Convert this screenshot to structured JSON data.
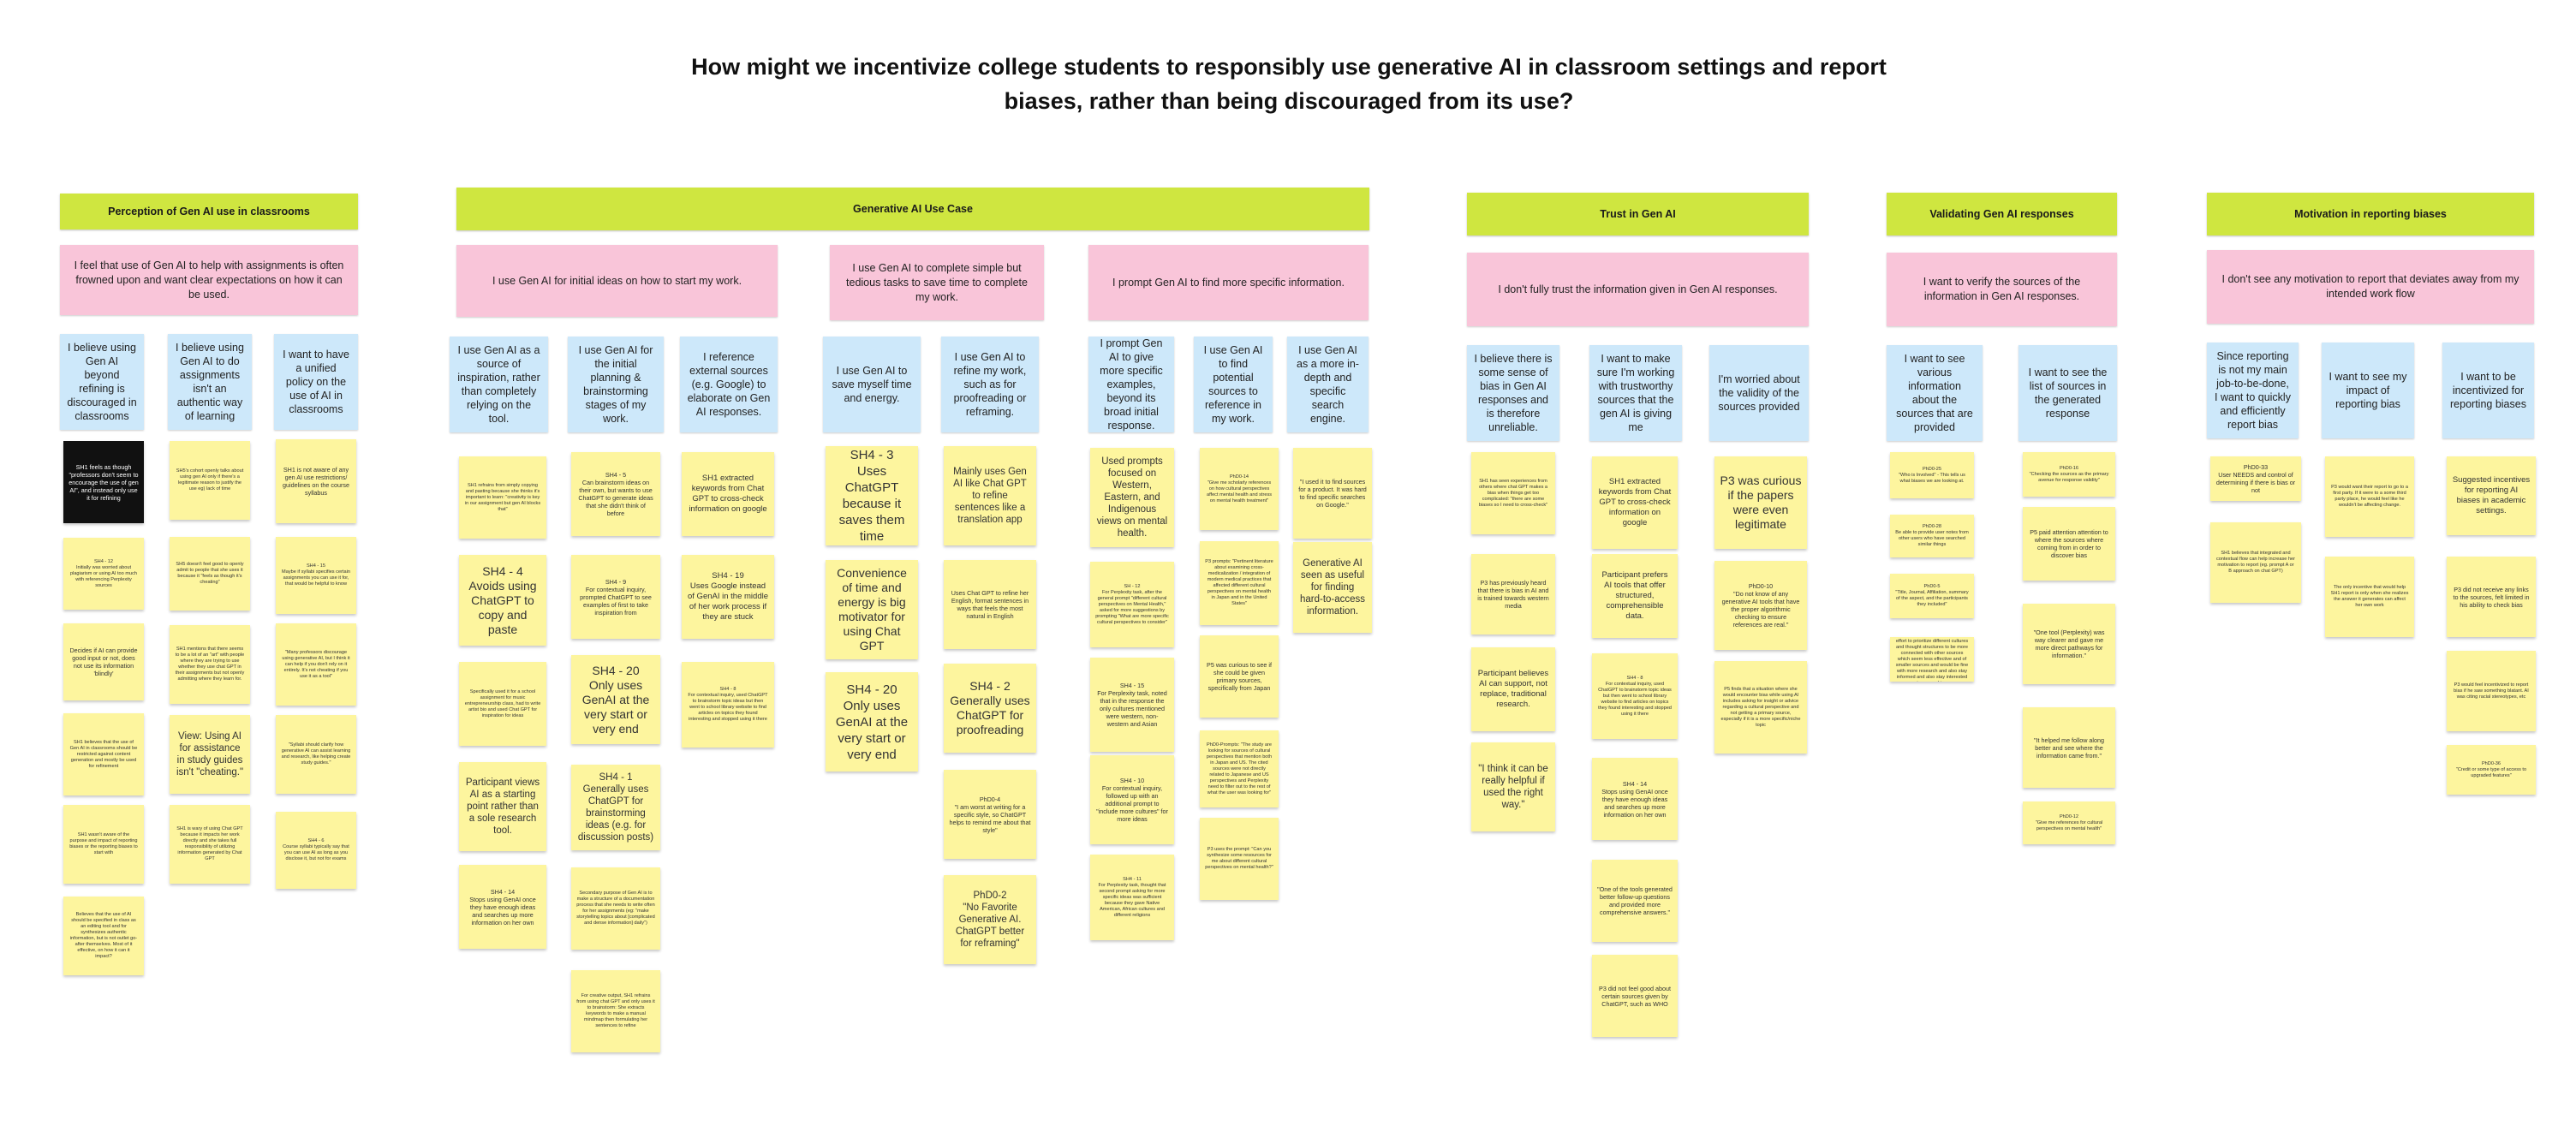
{
  "title": "How might we incentivize college students to responsibly use generative AI in classroom settings and report biases, rather than being discouraged from its use?",
  "headers": {
    "perception": "Perception of Gen AI use in classrooms",
    "usecase": "Generative AI Use Case",
    "trust": "Trust in Gen AI",
    "validating": "Validating Gen AI responses",
    "motivation": "Motivation in reporting biases"
  },
  "pink": {
    "perception": "I feel that use of Gen AI to help with assignments is often frowned upon and want clear expectations on how it can be used.",
    "ideas": "I use Gen AI for initial ideas on how to start my work.",
    "simple": "I use Gen AI to complete simple but tedious tasks to save time to complete my work.",
    "specific": "I prompt Gen AI to find more specific information.",
    "trust": "I don't fully trust the information given in Gen AI responses.",
    "validating": "I want to verify the sources of the information in Gen AI responses.",
    "motivation": "I don't see any motivation to report that deviates away from my intended work flow"
  },
  "blue": {
    "p1": "I believe using Gen AI beyond refining is discouraged in classrooms",
    "p2": "I believe using Gen AI to do assignments isn't an authentic way of learning",
    "p3": "I want to have a unified policy on the use of AI in classrooms",
    "u1": "I use Gen AI as a source of inspiration, rather than completely relying on the tool.",
    "u2": "I use Gen AI for the initial planning & brainstorming stages of my work.",
    "u3": "I reference external sources (e.g. Google) to elaborate on Gen AI responses.",
    "u4": "I use Gen AI to save myself time and energy.",
    "u5": "I use Gen AI to refine my work, such as for proofreading or reframing.",
    "u6": "I prompt Gen AI to give more specific examples, beyond its broad initial response.",
    "u7": "I use Gen AI to find potential sources to reference in my work.",
    "u8": "I use Gen AI as a more in-depth and specific search engine.",
    "t1": "I believe there is some sense of bias in Gen AI responses and is therefore unreliable.",
    "t2": "I want to make sure I'm working with trustworthy sources that the gen AI is giving me",
    "t3": "I'm worried about the validity of the sources provided",
    "v1": "I want to see various information about the sources that are provided",
    "v2": "I want to see the list of sources in the generated response",
    "m1": "Since reporting is not my main job-to-be-done, I want to quickly and efficiently report bias",
    "m2": "I want to see my impact of reporting bias",
    "m3": "I want to be incentivized for reporting biases"
  },
  "notes": {
    "p1a": "SH1 feels as though \"professors don't seem to encourage the use of gen AI\", and instead only use it for refining",
    "p1b": "SH4 - 12\nInitially was worried about plagiarism or using AI too much with referencing Perplexity sources",
    "p1c": "Decides if AI can provide good input or not, does not use its information 'blindly'",
    "p1d": "SH1 believes that the use of Gen AI in classrooms should be restricted against content generation and mostly be used for refinement",
    "p1e": "SH1 wasn't aware of the purpose and impact of reporting biases or the reporting biases to start with",
    "p1f": "Believes that the use of AI should be specified in class as an editing tool and for synthesizes authentic information, but is not outlet go-after themselves. Most of it effective, on how it can it impact?",
    "p2a": "SH5's cohort openly talks about using gen AI only if there's a legitimate reason to justify the use eg) lack of time",
    "p2b": "SH5 doesn't feel good to openly admit to people that she uses it because it \"feels as though it's cheating\"",
    "p2c": "SH1 mentions that there seems to be a lot of an \"art\" with people where they are trying to use whether they use chat GPT in their assignments but not openly admitting where they learn for.",
    "p2d": "View: Using AI for assistance in study guides isn't \"cheating.\"",
    "p2e": "SH1 is wary of using Chat GPT because it impacts her work directly and she takes full responsibility of utilizing information generated by Chat GPT",
    "p3a": "SH1 is not aware of any gen AI use restrictions/ guidelines on the course syllabus",
    "p3b": "SH4 - 15\nMaybe if syllabi specifies certain assignments you can use it for, that would be helpful to know",
    "p3c": "\"Many professors discourage using generative AI, but I think it can help if you don't rely on it entirely. It's not cheating if you use it as a tool\"",
    "p3d": "\"Syllabi should clarify how generative AI can assist learning and research, like helping create study guides.\"",
    "p3e": "SH4 - 6\nCourse syllabi typically say that you can use AI as long as you disclose it, but not for exams",
    "u1a": "SH1 refrains from simply copying and pasting because she thinks it's important to learn: \"creativity is key in our assignment but gen AI blocks that\"",
    "u1b": "SH4 - 4\nAvoids using ChatGPT to copy and paste",
    "u1c": "Specifically used it for a school assignment for music entrepreneurship class, had to write artist bio and used Chat GPT for inspiration for ideas",
    "u1d": "Participant views AI as a starting point rather than a sole research tool.",
    "u1e": "SH4 - 14\nStops using GenAI once they have enough ideas and searches up more information on her own",
    "u2a": "SH4 - 5\nCan brainstorm ideas on their own, but wants to use ChatGPT to generate ideas that she didn't think of before",
    "u2b": "SH4 - 9\nFor contextual inquiry, prompted ChatGPT to see examples of first to take inspiration from",
    "u2c": "SH4 - 20\nOnly uses GenAI at the very start or very end",
    "u2d": "SH4 - 1\nGenerally uses ChatGPT for brainstorming ideas (e.g. for discussion posts)",
    "u2e": "Secondary purpose of Gen AI is to make a structure of a documentation process that she needs to write often for her assignments (eg: \"make storytelling topics about [complicated and dense information] daily\")",
    "u2f": "For creative output, SH1 refrains from using chat GPT and only uses it to brainstorm: She extracts keywords to make a manual mindmap then formulating her sentences to refine",
    "u3a": "SH1 extracted keywords from Chat GPT to cross-check information on google",
    "u3b": "SH4 - 19\nUses Google instead of GenAI in the middle of her work process if they are stuck",
    "u3c": "SH4 - 8\nFor contextual inquiry, used ChatGPT to brainstorm topic ideas but then went to school library website to find articles on topics they found interesting and stopped using it there",
    "u4a": "SH4 - 3\nUses ChatGPT because it saves them time",
    "u4b": "Convenience of time and energy is big motivator for using Chat GPT",
    "u4c": "SH4 - 20\nOnly uses GenAI at the very start or very end",
    "u5a": "Mainly uses Gen AI like Chat GPT to refine sentences like a translation app",
    "u5b": "Uses Chat GPT to refine her English, format sentences in ways that feels the most natural in English",
    "u5c": "SH4 - 2\nGenerally uses ChatGPT for proofreading",
    "u5d": "PhD0-4\n\"I am worst at writing for a specific style, so ChatGPT helps to remind me about that style\"",
    "u5e": "PhD0-2\n\"No Favorite Generative AI. ChatGPT better for reframing\"",
    "u6a": "Used prompts focused on Western, Eastern, and Indigenous views on mental health.",
    "u6b": "SH - 12\nFor Perplexity task, after the general prompt \"different cultural perspectives on Mental Health,\" asked for more suggestions by prompting \"What are more specific cultural perspectives to consider\"",
    "u6c": "SH4 - 15\nFor Perplexity task, noted that in the response the only cultures mentioned were western, non-western and Asian",
    "u6d": "SH4 - 10\nFor contextual inquiry, followed up with an additional prompt to \"include more cultures\" for more ideas",
    "u6e": "SH4 - 11\nFor Perplexity task, thought that second prompt asking for more specific ideas was sufficient because they gave Native American, African cultures and different religions",
    "u7a": "PhD0-14\n\"Give me scholarly references on how cultural perspectives affect mental health and stress on mental health treatment\"",
    "u7b": "P3 prompts: \"Pertinent literature about examining cross-medicalization / integration of modern medical practices that affected different cultural perspectives on mental health in Japan and in the United States\"",
    "u7c": "P5 was curious to see if she could be given primary sources, specifically from Japan",
    "u7d": "PhD0-Prompts: \"The study are looking for sources of cultural perspectives that mention both in Japan and US. The cited sources were not directly related to Japanese and US perspectives and Perplexity need to filter out to the rest of what the user was looking for\"",
    "u7e": "P3 uses the prompt: \"Can you synthesize some resources for me about different cultural perspectives on mental health?\"",
    "u8a": "\"I used it to find sources for a product. It was hard to find specific searches on Google.\"",
    "u8b": "Generative AI seen as useful for finding hard-to-access information.",
    "t1a": "SH1 has seen experiences from others where chat GPT makes a bias when things get too complicated: \"there are some biases so I need to cross-check\"",
    "t1b": "P3 has previously heard that there is bias in AI and is trained towards western media",
    "t1c": "Participant believes AI can support, not replace, traditional research.",
    "t1d": "\"I think it can be really helpful if used the right way.\"",
    "t2a": "SH1 extracted keywords from Chat GPT to cross-check information on google",
    "t2b": "Participant prefers AI tools that offer structured, comprehensible data.",
    "t2c": "SH4 - 8\nFor contextual inquiry, used ChatGPT to brainstorm topic ideas but then went to school library website to find articles on topics they found interesting and stopped using it there",
    "t2d": "SH4 - 14\nStops using GenAI once they have enough ideas and searches up more information on her own",
    "t2e": "\"One of the tools generated better follow-up questions and provided more comprehensive answers.\"",
    "t2f": "P3 did not feel good about certain sources given by ChatGPT, such as WHO",
    "t3a": "P3 was curious if the papers were even legitimate",
    "t3b": "PhD0-10\n\"Do not know of any generative AI tools that have the proper algorithmic checking to ensure references are real.\"",
    "t3c": "P5 finds that a situation where she would encounter bias while using AI includes asking for insight or advice regarding a cultural perspective and not getting a primary source, especially if it is a more specific/niche topic",
    "v1a": "PhD0-25\n\"Who is Involved\" - This tells us what biases we are looking at.",
    "v1b": "PhD0-28\nBe able to provide user notes from other users who have searched similar things",
    "v1c": "PhD0-5\n\"Title, Journal, Affiliation, summary of the aspect, and the participants they included\"",
    "v1d": "P5 would like the AI model as effort to prioritize different cultures and thought structures to be more connected with other sources which seem less effective and of smaller sources and would be fine with more research and also stay informed and also stay interested in researching",
    "v2a": "PhD0-16\n\"Checking the sources as the primary avenue for response validity\"",
    "v2b": "P5 paid attention attention to where the sources where coming from in order to discover bias",
    "v2c": "\"One tool (Perplexity) was way clearer and gave me more direct pathways for information.\"",
    "v2d": "\"It helped me follow along better and see where the information came from.\"",
    "v2e": "PhD0-12\n\"Give me references for cultural perspectives on mental health\"",
    "m1a": "PhD0-33\nUser NEEDS and control of determining if there is bias or not",
    "m1b": "SH1 believes that integrated and contextual flow can help increase her motivation to report (eg. prompt A or B approach on chat GPT)",
    "m2a": "P3 would want their report to go to a first party. If it were to a some third party place, he would feel like he wouldn't be affecting change.",
    "m2b": "The only incentive that would help SH1 report is only when she realizes the answer it generates can affect her own work",
    "m3a": "Suggested incentives for reporting AI biases in academic settings.",
    "m3b": "P3 did not receive any links to the sources, felt limited in his ability to check bias",
    "m3c": "P3 would feel incentivized to report bias if he saw something blatant. AI was citing racial stereotypes, etc",
    "m3d": "PhD0-36\n\"Credit or some type of access to upgraded features\""
  }
}
